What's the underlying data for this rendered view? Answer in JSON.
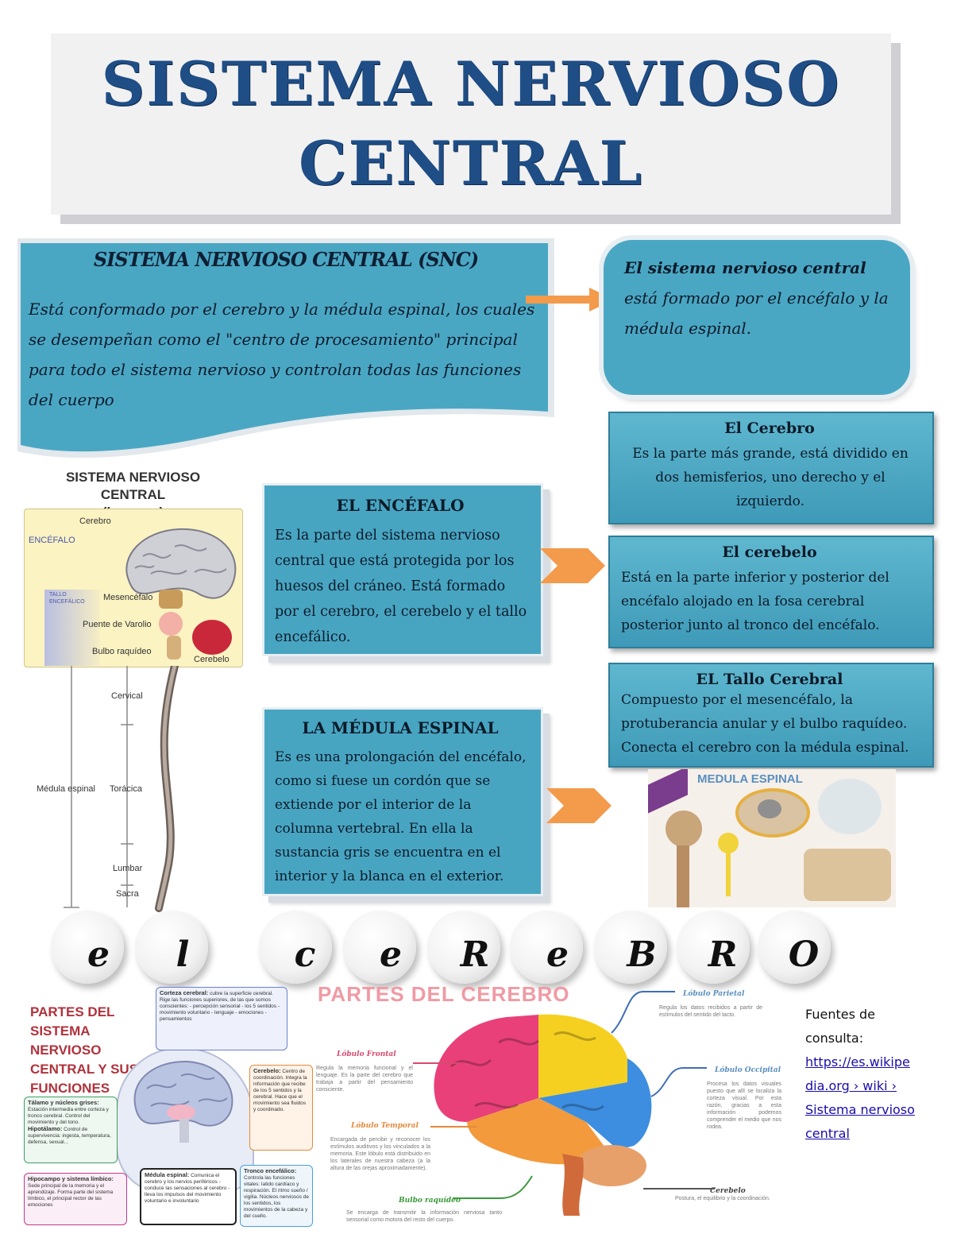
{
  "title": {
    "line1": "SISTEMA NERVIOSO",
    "line2": "CENTRAL"
  },
  "snc": {
    "heading": "SISTEMA NERVIOSO CENTRAL (SNC)",
    "text": "Está conformado por el cerebro y la médula espinal, los cuales se desempeñan como el \"centro de procesamiento\" principal para todo el sistema nervioso y controlan todas las funciones del cuerpo"
  },
  "definition": {
    "bold1": "El sistema nervioso central",
    "rest": " está formado por el encéfalo y la médula espinal."
  },
  "encefalo": {
    "title": "EL ENCÉFALO",
    "text": "Es la parte del sistema nervioso central que está protegida por los huesos del cráneo. Está formado por el cerebro, el cerebelo y el tallo encefálico."
  },
  "medula": {
    "title": "LA MÉDULA ESPINAL",
    "text": "Es  es una prolongación del encéfalo, como si fuese un cordón que se extiende por el interior de la columna vertebral. En ella la sustancia gris se encuentra en el interior y la blanca en el exterior."
  },
  "cerebro": {
    "title": "El Cerebro",
    "text": "Es la parte más grande, está dividido en dos hemisferios, uno derecho y el izquierdo."
  },
  "cerebelo": {
    "title": "El cerebelo",
    "text": "Está en la parte inferior y posterior del encéfalo alojado en la fosa cerebral posterior junto al tronco del encéfalo."
  },
  "tallo": {
    "title": "EL Tallo Cerebral",
    "text": "Compuesto por el mesencéfalo, la protuberancia anular y el bulbo raquídeo. Conecta el cerebro con la médula espinal."
  },
  "diagram": {
    "title": "SISTEMA NERVIOSO CENTRAL",
    "subtitle": "(humano)",
    "labels": {
      "cerebro": "Cerebro",
      "encefalo": "ENCÉFALO",
      "tallo": "TALLO ENCEFÁLICO",
      "mesencefalo": "Mesencéfalo",
      "varolio": "Puente de Varolio",
      "bulbo": "Bulbo raquídeo",
      "cerebelo": "Cerebelo",
      "cervical": "Cervical",
      "medula": "Médula espinal",
      "toracica": "Torácica",
      "lumbar": "Lumbar",
      "sacra": "Sacra"
    }
  },
  "medula_img": {
    "title": "MEDULA ESPINAL"
  },
  "banner_letters": [
    "e",
    "l",
    "c",
    "e",
    "r",
    "e",
    "b",
    "r",
    "o"
  ],
  "partes1": {
    "title": "PARTES DEL SISTEMA NERVIOSO CENTRAL Y SUS FUNCIONES",
    "corteza": {
      "head": "Corteza cerebral:",
      "text": "cubre la superficie cerebral. Rige las funciones superiores, de las que somos conscientes: - percepción sensorial - los 5 sentidos - movimiento voluntario - lenguaje - emociones - pensamientos"
    },
    "cerebelo": {
      "head": "Cerebelo:",
      "text": "Centro de coordinación. Integra la información que recibe de los 5 sentidos y la cerebral. Hace que el movimiento sea fluidos y coordinado."
    },
    "talamo": {
      "head": "Tálamo y núcleos grises:",
      "text": "Estación intermedia entre corteza y tronco cerebral. Control del movimiento y del tono."
    },
    "hipotalamo": {
      "head": "Hipotálamo:",
      "text": "Control de supervivencia: ingesta, temperatura, defensa, sexual..."
    },
    "hipocampo": {
      "head": "Hipocampo y sistema límbico:",
      "text": "Sede principal de la memoria y el aprendizaje. Forma parte del sistema límbico, el principal rector de las emociones"
    },
    "medula": {
      "head": "Médula espinal:",
      "text": "Comunica el cerebro y los nervios periféricos - conduce las sensaciones al cerebro - lleva los impulsos del movimiento voluntario e involuntario"
    },
    "tronco": {
      "head": "Tronco encefálico:",
      "text": "Controla las funciones vitales: latido cardíaco y respiración. El ritmo sueño / vigilia. Núcleos nerviosos de los sentidos, los movimientos de la cabeza y del cuello."
    }
  },
  "partes2": {
    "title": "PARTES DEL CEREBRO",
    "parietal": {
      "head": "Lóbulo Parietal",
      "text": "Regula los datos recibidos a partir de estímulos del sentido del tacto."
    },
    "frontal": {
      "head": "Lóbulo Frontal",
      "text": "Regula la memoria funcional y el lenguaje. Es la parte del cerebro que trabaja a partir del pensamiento consciente."
    },
    "occipital": {
      "head": "Lóbulo Occipital",
      "text": "Procesa los datos visuales puesto que allí se localiza la corteza visual. Por esta razón, gracias a esta información podemos comprender el medio que nos rodea."
    },
    "temporal": {
      "head": "Lóbulo Temporal",
      "text": "Encargada de percibir y reconocer los estímulos auditivos y los vinculados a la memoria. Este lóbulo está distribuido en los laterales de nuestra cabeza (a la altura de las orejas aproximadamente)."
    },
    "cerebelo": {
      "head": "Cerebelo",
      "text": "Postura, el equilibrio y la coordinación."
    },
    "bulbo": {
      "head": "Bulbo raquídeo",
      "text": "Se encarga de transmitir la información nerviosa tanto sensorial como motora del resto del cuerpo."
    }
  },
  "fuentes": {
    "label": "Fuentes de consulta:",
    "link": "https://es.wikipedia.org › wiki › Sistema nervioso central",
    "link_l1": "https://es.wikipe",
    "link_l2": "dia.org › wiki ›",
    "link_l3": "Sistema nervioso",
    "link_l4": "central"
  },
  "colors": {
    "title": "#1f4e86",
    "teal": "#4aa7c4",
    "orange": "#f39a4b"
  }
}
